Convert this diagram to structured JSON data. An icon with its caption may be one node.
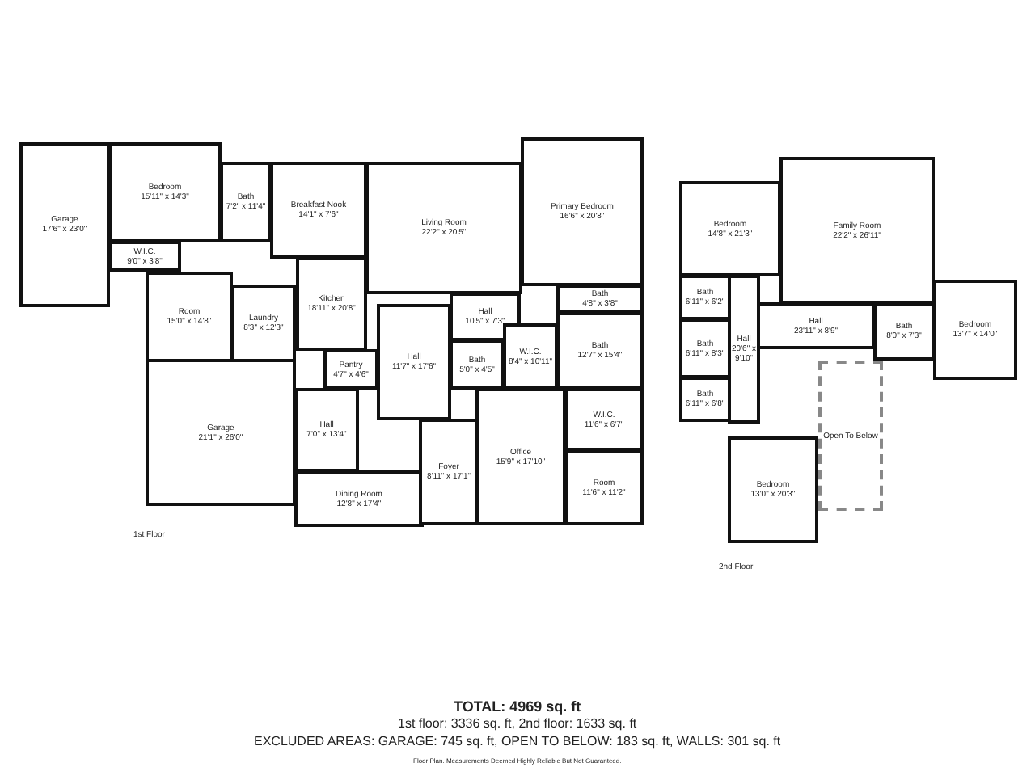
{
  "diagram": {
    "nodes": [
      {
        "text": [
          "Garage",
          "17'6\" x 23'0\""
        ]
      },
      {
        "text": [
          "Bedroom",
          "15'11\" x 14'3\""
        ]
      },
      {
        "text": [
          "Bath",
          "7'2\" x 11'4\""
        ]
      },
      {
        "text": [
          "W.I.C.",
          "9'0\" x 3'8\""
        ]
      },
      {
        "text": [
          "Breakfast Nook",
          "14'1\" x 7'6\""
        ]
      },
      {
        "text": [
          "Living Room",
          "22'2\" x 20'5\""
        ]
      },
      {
        "text": [
          "Primary Bedroom",
          "16'6\" x 20'8\""
        ]
      },
      {
        "text": [
          "Room",
          "15'0\" x 14'8\""
        ]
      },
      {
        "text": [
          "Laundry",
          "8'3\" x 12'3\""
        ]
      },
      {
        "text": [
          "Kitchen",
          "18'11\" x 20'8\""
        ]
      },
      {
        "text": [
          "Bath",
          "4'8\" x 3'8\""
        ]
      },
      {
        "text": [
          "Hall",
          "10'5\" x 7'3\""
        ]
      },
      {
        "text": [
          "Bath",
          "12'7\" x 15'4\""
        ]
      },
      {
        "text": [
          "Pantry",
          "4'7\" x 4'6\""
        ]
      },
      {
        "text": [
          "Hall",
          "11'7\" x 17'6\""
        ]
      },
      {
        "text": [
          "Bath",
          "5'0\" x 4'5\""
        ]
      },
      {
        "text": [
          "W.I.C.",
          "8'4\" x 10'11\""
        ]
      },
      {
        "text": [
          "Hall",
          "7'0\" x 13'4\""
        ]
      },
      {
        "text": [
          "Garage",
          "21'1\" x 26'0\""
        ]
      },
      {
        "text": [
          "W.I.C.",
          "11'6\" x 6'7\""
        ]
      },
      {
        "text": [
          "Office",
          "15'9\" x 17'10\""
        ]
      },
      {
        "text": [
          "Dining Room",
          "12'8\" x 17'4\""
        ]
      },
      {
        "text": [
          "Foyer",
          "8'11\" x 17'1\""
        ]
      },
      {
        "text": [
          "Room",
          "11'6\" x 11'2\""
        ]
      },
      {
        "text": [
          "Bedroom",
          "14'8\" x 21'3\""
        ]
      },
      {
        "text": [
          "Family Room",
          "22'2\" x 26'11\""
        ]
      },
      {
        "text": [
          "Bath",
          "6'11\" x 6'2\""
        ]
      },
      {
        "text": [
          "Hall",
          "23'11\" x 8'9\""
        ]
      },
      {
        "text": [
          "Bath",
          "6'11\" x 8'3\""
        ]
      },
      {
        "text": [
          "Hall",
          "20'6\" x 9'10\""
        ]
      },
      {
        "text": [
          "Bath",
          "8'0\" x 7'3\""
        ]
      },
      {
        "text": [
          "Bedroom",
          "13'7\" x 14'0\""
        ]
      },
      {
        "text": [
          "Bath",
          "6'11\" x 6'8\""
        ]
      },
      {
        "text": [
          "Open To Below"
        ]
      },
      {
        "text": [
          "Bedroom",
          "13'0\" x 20'3\""
        ]
      }
    ],
    "labels": [
      "1st Floor",
      "2nd Floor",
      "TOTAL: 4969 sq. ft",
      "1st floor: 3336 sq. ft, 2nd floor: 1633 sq. ft",
      "EXCLUDED AREAS: GARAGE: 745 sq. ft, OPEN TO BELOW: 183 sq. ft, WALLS: 301 sq. ft",
      "Floor Plan. Measurements Deemed Highly Reliable But Not Guaranteed."
    ]
  }
}
